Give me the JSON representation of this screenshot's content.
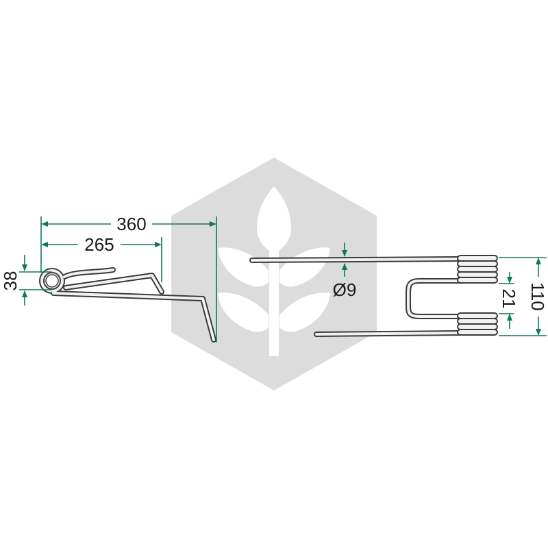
{
  "watermark": {
    "shape_icon": "hexagon-wheat-logo",
    "color": "#d9d9d9"
  },
  "dimensions": {
    "total_length": "360",
    "arm_length": "265",
    "eye_height": "38",
    "wire_diameter": "Ø9",
    "coil_gap": "21",
    "overall_width": "110"
  },
  "colors": {
    "dimension_line": "#0d7a4f",
    "part_outline": "#3a3a3a",
    "part_fill": "#f2f2f2",
    "text": "#1a1a1a"
  }
}
